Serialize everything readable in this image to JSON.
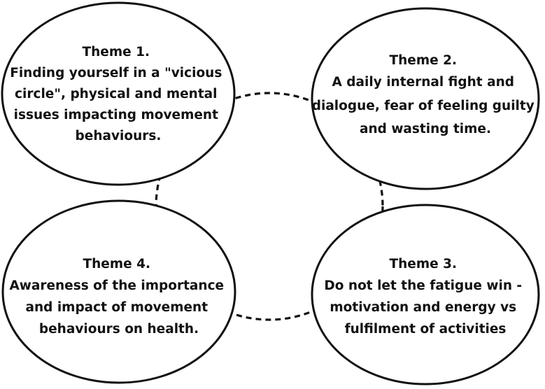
{
  "themes": [
    {
      "id": "theme-1",
      "lines": [
        "Theme 1.",
        "Finding yourself in a \"vicious",
        "circle\", physical and mental",
        "issues impacting movement",
        "behaviours."
      ]
    },
    {
      "id": "theme-2",
      "lines": [
        "Theme 2.",
        "A daily internal fight and",
        "dialogue, fear of feeling guilty",
        "and wasting time."
      ]
    },
    {
      "id": "theme-3",
      "lines": [
        "Theme 3.",
        "Do not let the fatigue win -",
        "motivation and energy vs",
        "fulfilment of activities"
      ]
    },
    {
      "id": "theme-4",
      "lines": [
        "Theme 4.",
        "Awareness of  the importance",
        "and impact of movement",
        "behaviours on health."
      ]
    }
  ],
  "connector_style": "dashed",
  "colors": {
    "stroke": "#111111",
    "fill": "#ffffff",
    "text": "#111111"
  }
}
